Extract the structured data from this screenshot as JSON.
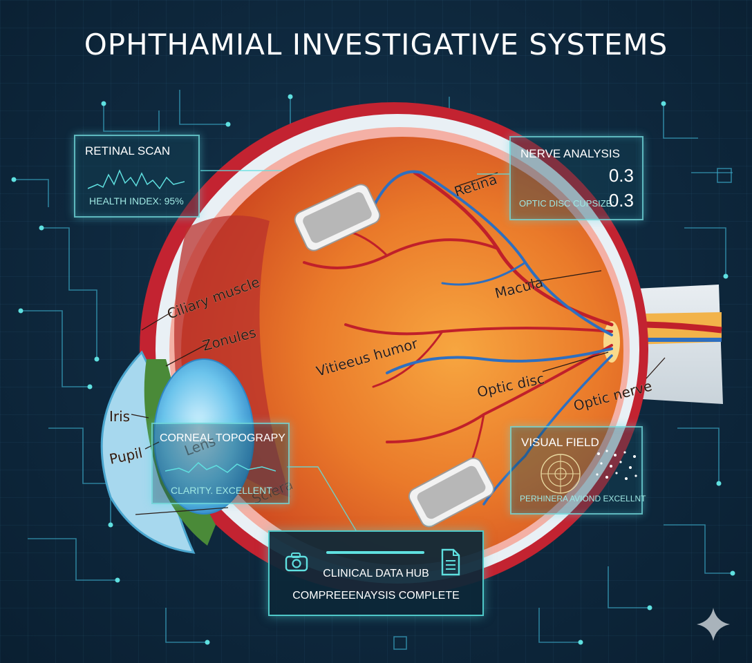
{
  "title": "OPHTHAMIAL INVESTIGATIVE SYSTEMS",
  "panels": {
    "retinal_scan": {
      "title": "RETINAL SCAN",
      "sub": "HEALTH INDEX: 95%"
    },
    "nerve_analysis": {
      "title": "NERVE ANALYSIS",
      "sub": "OPTIC DISC CUPSIZE:",
      "value_top": "0.3",
      "value_bottom": "0.3"
    },
    "corneal_topography": {
      "title": "CORNEAL TOPOGRAPY",
      "sub": "CLARITY. EXCELLENT"
    },
    "visual_field": {
      "title": "VISUAL FIELD",
      "sub": "PERHINERA AVIOND EXCELLNT"
    }
  },
  "hub": {
    "title": "CLINICAL DATA HUB",
    "status": "COMPREEENAYSIS COMPLETE"
  },
  "labels": {
    "ciliary_muscle": "Ciliary muscle",
    "zonules": "Zonules",
    "iris": "Iris",
    "pupil": "Pupil",
    "lens": "Lens",
    "sclera": "Sclera",
    "vitreous_humor": "Vitieeus humor",
    "retina": "Retina",
    "macula": "Macula",
    "optic_disc": "Optic disc",
    "optic_nerve": "Optic nerve"
  },
  "colors": {
    "accent": "#5fe0e0",
    "background": "#0f2a40",
    "vessel_red": "#c0202a",
    "vessel_blue": "#2e6fc0"
  },
  "icons": {
    "hub_left": "camera-icon",
    "hub_right": "document-icon",
    "corner": "sparkle-icon"
  }
}
